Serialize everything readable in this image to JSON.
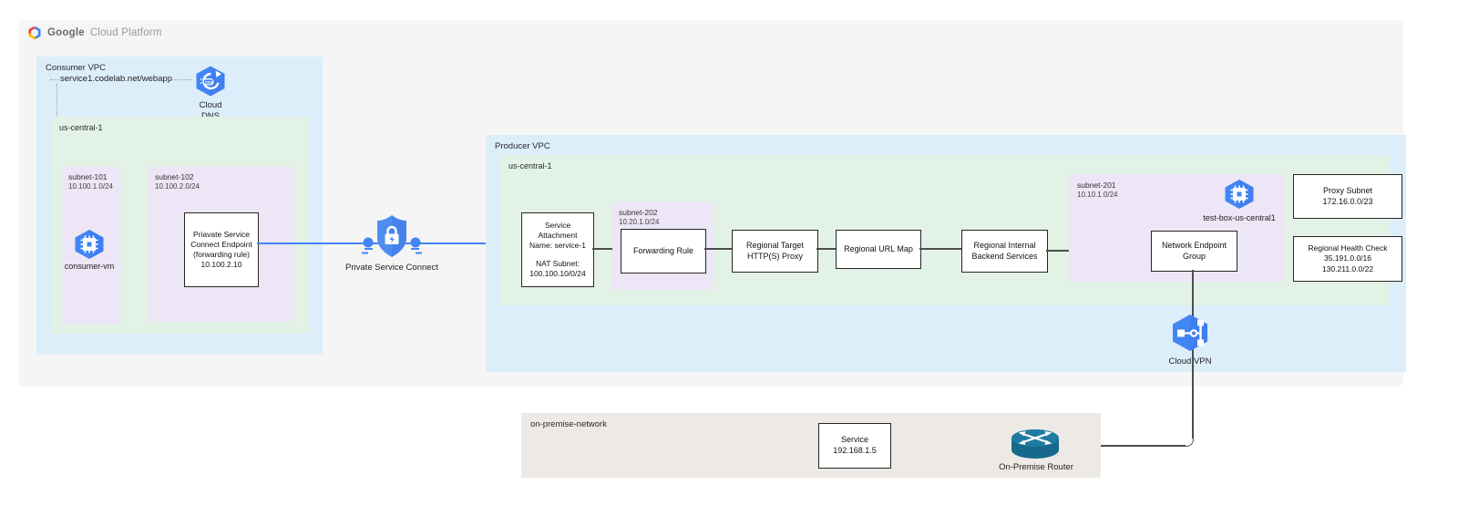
{
  "logo": {
    "word1": "Google",
    "word2": "Cloud Platform"
  },
  "consumer_vpc": {
    "label": "Consumer VPC",
    "dns_record": "service1.codelab.net/webapp",
    "cloud_dns": {
      "line1": "Cloud",
      "line2": "DNS"
    },
    "region": {
      "label": "us-central-1",
      "subnet101": {
        "name": "subnet-101",
        "cidr": "10.100.1.0/24",
        "vm_label": "consumer-vm"
      },
      "subnet102": {
        "name": "subnet-102",
        "cidr": "10.100.2.0/24",
        "endpoint_lines": [
          "Priavate Service",
          "Connect Endpoint",
          "(forwarding rule)",
          "10.100.2.10"
        ]
      }
    }
  },
  "psc": {
    "label": "Private Service Connect"
  },
  "producer_vpc": {
    "label": "Producer VPC",
    "region": {
      "label": "us-central-1",
      "service_attachment": [
        "Service",
        "Attachment",
        "Name: service-1",
        "NAT Subnet:",
        "100.100.10/0/24"
      ],
      "subnet202": {
        "name": "subnet-202",
        "cidr": "10.20.1.0/24",
        "forwarding_rule": "Forwarding Rule"
      },
      "target_proxy": [
        "Regional Target",
        "HTTP(S) Proxy"
      ],
      "url_map": "Regional URL Map",
      "backend_services": [
        "Regional Internal",
        "Backend Services"
      ],
      "subnet201": {
        "name": "subnet-201",
        "cidr": "10.10.1.0/24",
        "vm_label": "test-box-us-central1",
        "neg": [
          "Network Endpoint",
          "Group"
        ]
      },
      "proxy_subnet": [
        "Proxy Subnet",
        "172.16.0.0/23"
      ],
      "health_check": [
        "Regional Health Check",
        "35.191.0.0/16",
        "130.211.0.0/22"
      ]
    }
  },
  "cloud_vpn": {
    "label": "Cloud VPN"
  },
  "onprem": {
    "label": "on-premise-network",
    "service": [
      "Service",
      "192.168.1.5"
    ],
    "router_label": "On-Premise Router"
  },
  "icons": {
    "gcp_logo": "gcp-hexagon-logo",
    "cloud_dns": "blue-hexagon-dns-arrow",
    "consumer_vm": "blue-hexagon-compute-chip",
    "test_box_vm": "blue-hexagon-compute-chip",
    "private_service_connect": "blue-shield-lock-bolt",
    "cloud_vpn": "blue-hexagon-vpn",
    "on_premise_router": "teal-router-cylinder-arrows"
  },
  "colors": {
    "accent_blue": "#4285f4",
    "vpc_fill": "#ddeefb",
    "region_fill": "#e3f2e6",
    "subnet_fill": "#ece6f6",
    "onprem_fill": "#edeae6",
    "canvas_fill": "#f5f5f6",
    "router_teal": "#17698c",
    "line_gray": "#4d4d4d"
  }
}
